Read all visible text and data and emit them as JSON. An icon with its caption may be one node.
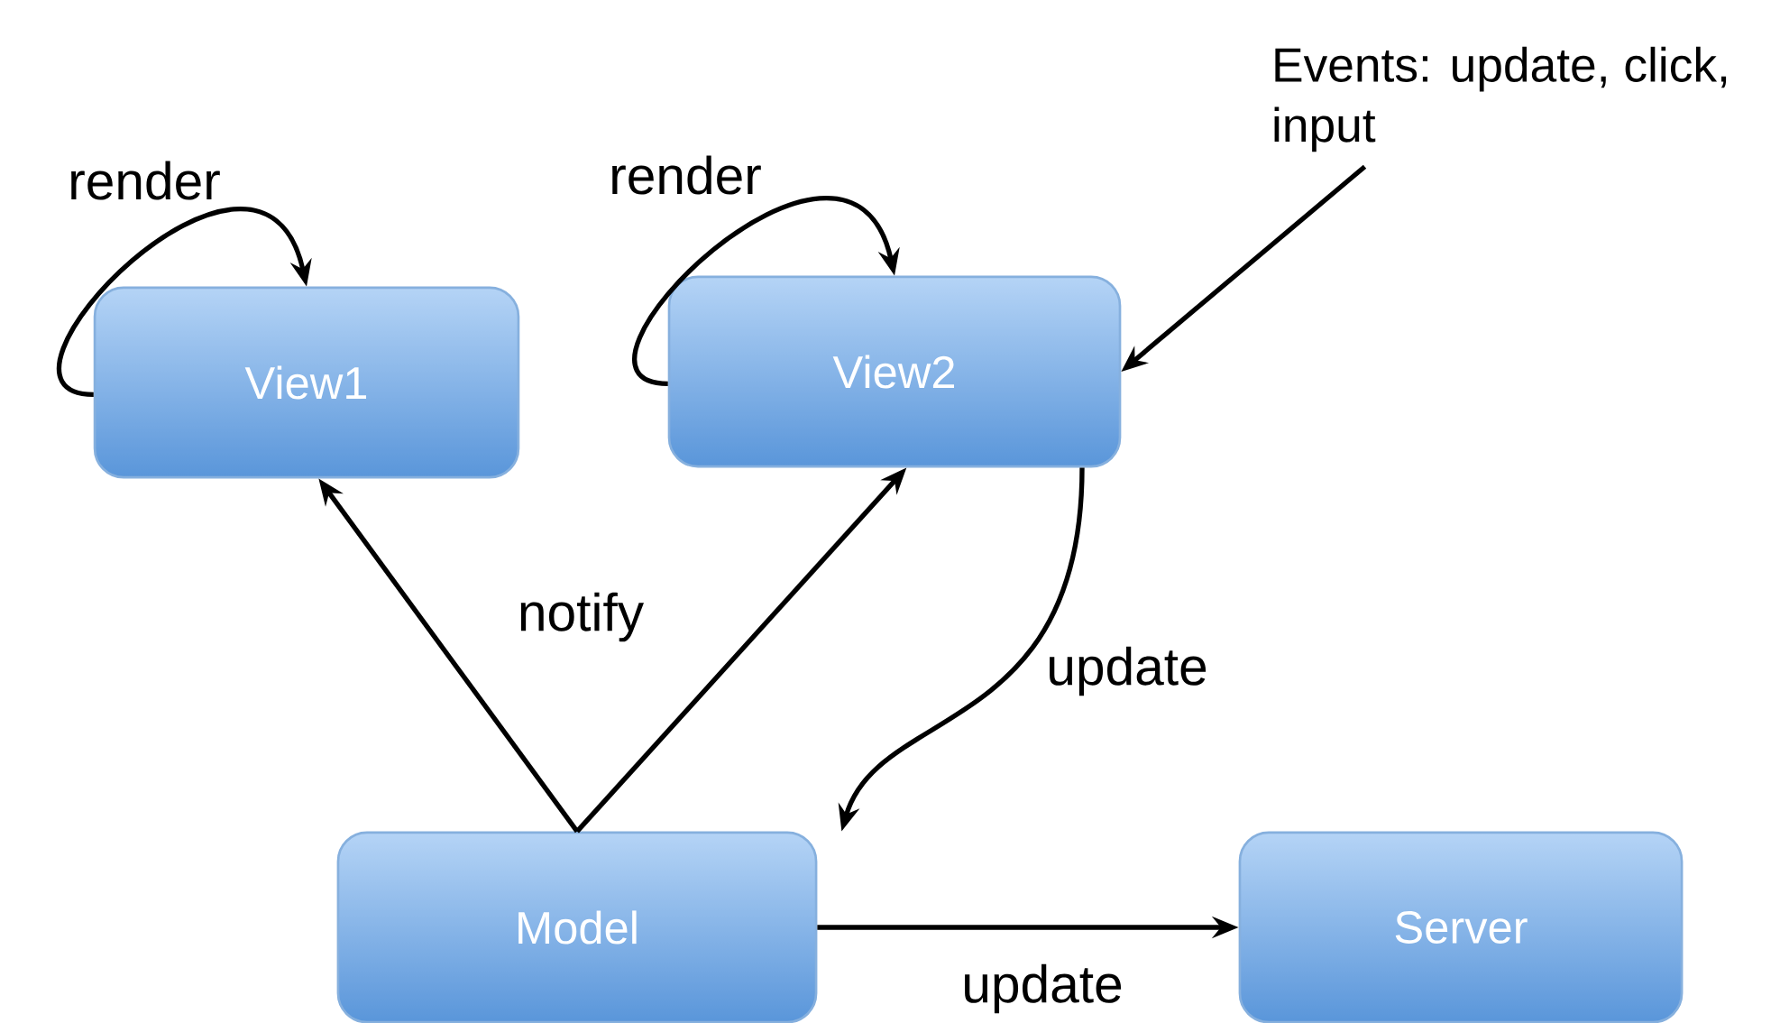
{
  "diagram": {
    "nodes": [
      {
        "text": [
          "View1"
        ]
      },
      {
        "text": [
          "View2"
        ]
      },
      {
        "text": [
          "Model"
        ]
      },
      {
        "text": [
          "Server"
        ]
      },
      {
        "text": [
          "Events: update, click, input"
        ]
      }
    ],
    "edges": [
      {
        "from": 0,
        "to": 0,
        "arrow": "to",
        "label": "render"
      },
      {
        "from": 1,
        "to": 1,
        "arrow": "to",
        "label": "render"
      },
      {
        "from": 2,
        "to": 0,
        "arrow": "to"
      },
      {
        "from": 2,
        "to": 1,
        "arrow": "to",
        "label": "notify"
      },
      {
        "from": 1,
        "to": 2,
        "arrow": "to",
        "label": "update"
      },
      {
        "from": 2,
        "to": 3,
        "arrow": "to",
        "label": "update"
      },
      {
        "from": 4,
        "to": 1,
        "arrow": "to"
      }
    ]
  }
}
